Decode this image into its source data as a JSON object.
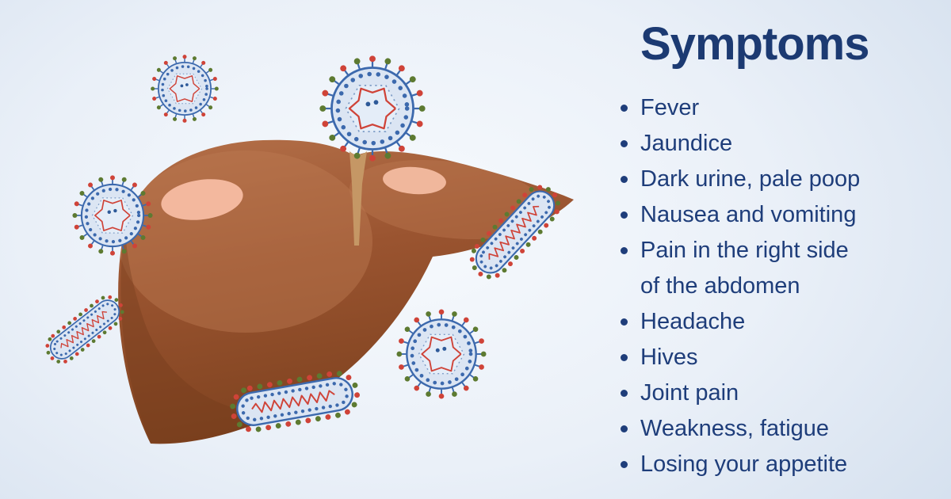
{
  "panel": {
    "title": "Symptoms",
    "symptoms": [
      "Fever",
      "Jaundice",
      "Dark urine, pale poop",
      "Nausea and vomiting",
      "Pain in the right side\nof the abdomen",
      "Headache",
      "Hives",
      "Joint pain",
      "Weakness, fatigue",
      "Losing your appetite"
    ]
  },
  "illustration": {
    "alt": "Liver surrounded by hepatitis virus particles",
    "icons": [
      "liver-illustration",
      "virus-icon",
      "rod-virus-icon"
    ]
  },
  "colors": {
    "background": "#eaf0f8",
    "title_text": "#1c3a72",
    "body_text": "#1e3d7a",
    "liver_main": "#9a5430",
    "liver_dark": "#7e421f",
    "liver_highlight": "#f3b89e",
    "ligament_tan": "#c59765",
    "virus_outline": "#3c69ad",
    "virus_fill": "#dbe5f3",
    "rna_red": "#cf4338",
    "spike_red": "#cf4338",
    "spike_green": "#5d7a31"
  }
}
